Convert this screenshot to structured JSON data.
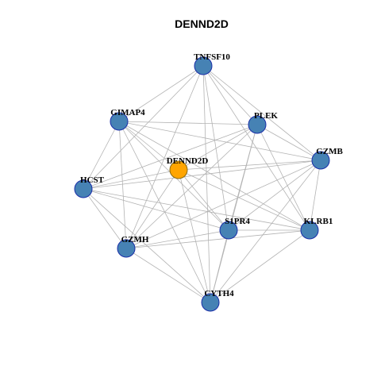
{
  "title": "DENND2D",
  "colors": {
    "node_fill": "#4682B4",
    "node_stroke": "#1a2ea8",
    "hub_fill": "#FFA500",
    "hub_stroke": "#8a6a10",
    "edge": "#b3b3b3"
  },
  "nodes": [
    {
      "id": "TNFSF10",
      "label": "TNFSF10",
      "hub": false
    },
    {
      "id": "GIMAP4",
      "label": "GIMAP4",
      "hub": false
    },
    {
      "id": "PLEK",
      "label": "PLEK",
      "hub": false
    },
    {
      "id": "GZMB",
      "label": "GZMB",
      "hub": false
    },
    {
      "id": "DENND2D",
      "label": "DENND2D",
      "hub": true
    },
    {
      "id": "HCST",
      "label": "HCST",
      "hub": false
    },
    {
      "id": "S1PR4",
      "label": "S1PR4",
      "hub": false
    },
    {
      "id": "KLRB1",
      "label": "KLRB1",
      "hub": false
    },
    {
      "id": "GZMH",
      "label": "GZMH",
      "hub": false
    },
    {
      "id": "CYTH4",
      "label": "CYTH4",
      "hub": false
    }
  ],
  "edges": [
    [
      "TNFSF10",
      "GIMAP4"
    ],
    [
      "TNFSF10",
      "PLEK"
    ],
    [
      "TNFSF10",
      "GZMB"
    ],
    [
      "TNFSF10",
      "HCST"
    ],
    [
      "TNFSF10",
      "S1PR4"
    ],
    [
      "TNFSF10",
      "KLRB1"
    ],
    [
      "TNFSF10",
      "GZMH"
    ],
    [
      "TNFSF10",
      "CYTH4"
    ],
    [
      "GIMAP4",
      "PLEK"
    ],
    [
      "GIMAP4",
      "GZMB"
    ],
    [
      "GIMAP4",
      "HCST"
    ],
    [
      "GIMAP4",
      "S1PR4"
    ],
    [
      "GIMAP4",
      "KLRB1"
    ],
    [
      "GIMAP4",
      "GZMH"
    ],
    [
      "GIMAP4",
      "CYTH4"
    ],
    [
      "PLEK",
      "GZMB"
    ],
    [
      "PLEK",
      "HCST"
    ],
    [
      "PLEK",
      "S1PR4"
    ],
    [
      "PLEK",
      "KLRB1"
    ],
    [
      "PLEK",
      "GZMH"
    ],
    [
      "PLEK",
      "CYTH4"
    ],
    [
      "PLEK",
      "DENND2D"
    ],
    [
      "GZMB",
      "HCST"
    ],
    [
      "GZMB",
      "S1PR4"
    ],
    [
      "GZMB",
      "KLRB1"
    ],
    [
      "GZMB",
      "GZMH"
    ],
    [
      "GZMB",
      "CYTH4"
    ],
    [
      "GZMB",
      "DENND2D"
    ],
    [
      "DENND2D",
      "HCST"
    ],
    [
      "DENND2D",
      "S1PR4"
    ],
    [
      "DENND2D",
      "KLRB1"
    ],
    [
      "DENND2D",
      "GZMH"
    ],
    [
      "DENND2D",
      "CYTH4"
    ],
    [
      "DENND2D",
      "GIMAP4"
    ],
    [
      "HCST",
      "S1PR4"
    ],
    [
      "HCST",
      "KLRB1"
    ],
    [
      "HCST",
      "GZMH"
    ],
    [
      "HCST",
      "CYTH4"
    ],
    [
      "S1PR4",
      "KLRB1"
    ],
    [
      "S1PR4",
      "GZMH"
    ],
    [
      "S1PR4",
      "CYTH4"
    ],
    [
      "KLRB1",
      "GZMH"
    ],
    [
      "KLRB1",
      "CYTH4"
    ],
    [
      "GZMH",
      "CYTH4"
    ]
  ]
}
